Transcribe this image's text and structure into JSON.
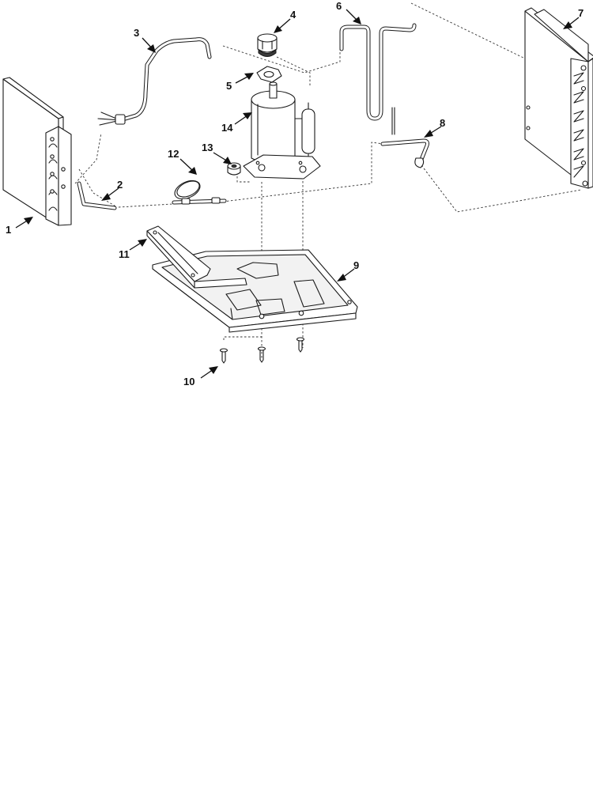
{
  "diagram": {
    "type": "exploded-parts-diagram",
    "callouts": [
      {
        "id": "1",
        "part": "condenser-coil"
      },
      {
        "id": "2",
        "part": "tube-2"
      },
      {
        "id": "3",
        "part": "discharge-tube"
      },
      {
        "id": "4",
        "part": "compressor-terminal-cover"
      },
      {
        "id": "5",
        "part": "terminal-gasket"
      },
      {
        "id": "6",
        "part": "suction-tube"
      },
      {
        "id": "7",
        "part": "evaporator-coil"
      },
      {
        "id": "8",
        "part": "tube-8"
      },
      {
        "id": "9",
        "part": "base-pan"
      },
      {
        "id": "10",
        "part": "screw"
      },
      {
        "id": "11",
        "part": "base-rail"
      },
      {
        "id": "12",
        "part": "capillary-tube"
      },
      {
        "id": "13",
        "part": "grommet"
      },
      {
        "id": "14",
        "part": "compressor"
      }
    ]
  }
}
